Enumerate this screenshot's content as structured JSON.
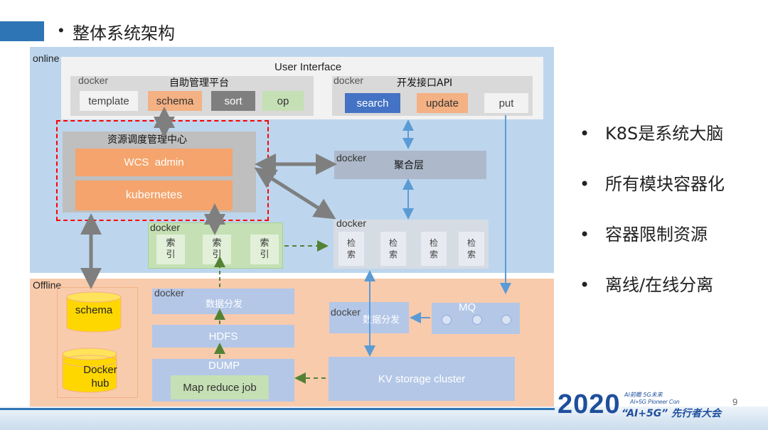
{
  "slide": {
    "title": "整体系统架构",
    "page_number": "9"
  },
  "zones": {
    "online": "online",
    "offline": "Offline"
  },
  "ui": {
    "title": "User Interface",
    "docker_left": "docker",
    "platform_title": "自助管理平台",
    "buttons": [
      "template",
      "schema",
      "sort",
      "op"
    ],
    "docker_right": "docker",
    "api_title": "开发接口API",
    "api_buttons": [
      "search",
      "update",
      "put"
    ]
  },
  "center": {
    "title": "资源调度管理中心",
    "wcs": "WCS  admin",
    "k8s": "kubernetes"
  },
  "agg": {
    "docker": "docker",
    "label": "聚合层"
  },
  "index": {
    "docker": "docker",
    "items": [
      "索\n引",
      "索\n引",
      "索\n引"
    ]
  },
  "search": {
    "docker": "docker",
    "items": [
      "检\n索",
      "检\n索",
      "检\n索",
      "检\n索"
    ]
  },
  "offline": {
    "schema_db": "schema",
    "docker_hub": "Docker\nhub",
    "dist_docker": "docker",
    "dist_label": "数据分发",
    "hdfs": "HDFS",
    "dump": "DUMP",
    "mapreduce": "Map reduce job",
    "dist2_docker": "docker",
    "dist2_label": "数据分发",
    "mq": "MQ",
    "kv": "KV storage cluster"
  },
  "bullets": [
    "K8S是系统大脑",
    "所有模块容器化",
    "容器限制资源",
    "离线/在线分离"
  ],
  "logo": {
    "year": "2020",
    "line1": "AI前瞻 5G未来",
    "line2": "AI+5G Pioneer Con",
    "line3": "“AI+5G” 先行者大会"
  },
  "colors": {
    "online_bg": "#bdd6ee",
    "offline_bg": "#f8cbad",
    "orange": "#f4b183",
    "orange_dark": "#f4a46c",
    "gray": "#d9d9d9",
    "blue_box": "#b4c7e7",
    "green_box": "#c5e0b4",
    "accent_blue": "#2e75b6",
    "red_dash": "#ff0000"
  }
}
